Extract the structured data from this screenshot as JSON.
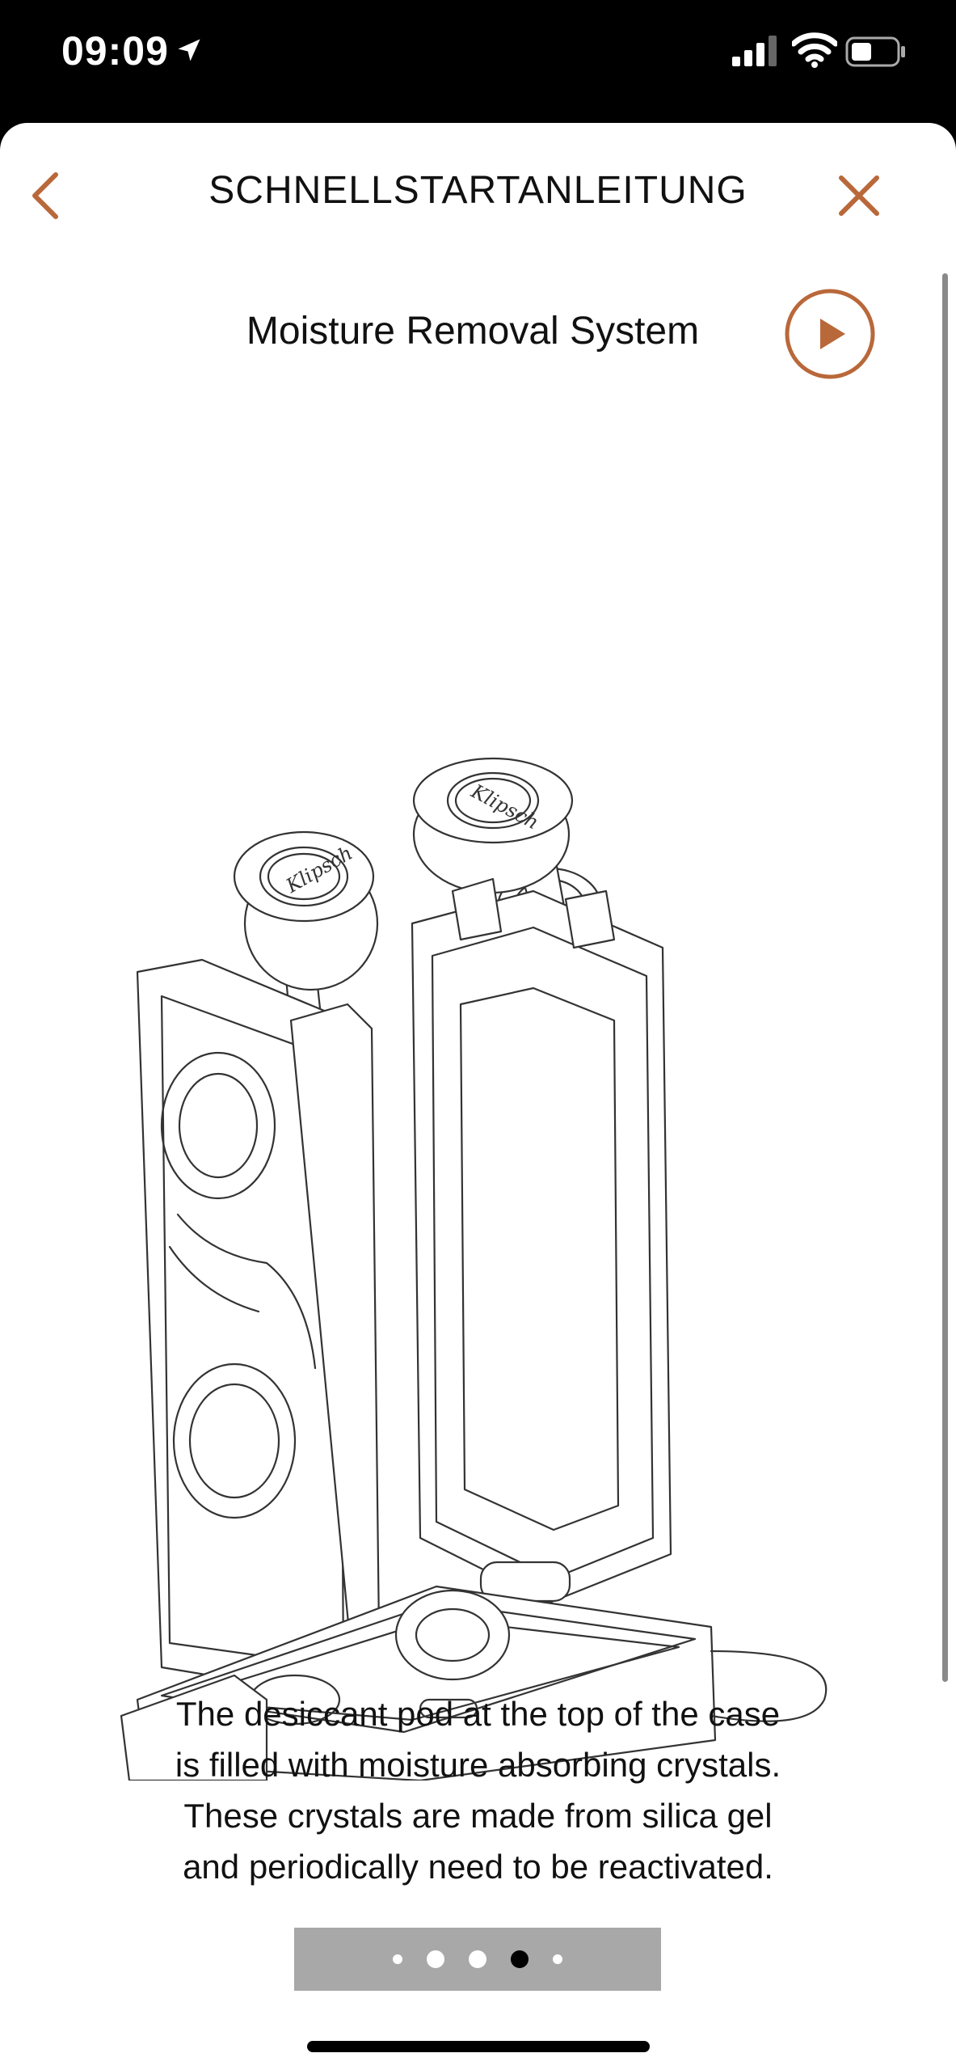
{
  "status_bar": {
    "time": "09:09",
    "icons": [
      "location-arrow-icon",
      "cellular-signal-icon",
      "wifi-icon",
      "battery-icon"
    ]
  },
  "nav": {
    "title": "SCHNELLSTARTANLEITUNG",
    "back_icon": "chevron-left-icon",
    "close_icon": "close-icon"
  },
  "section": {
    "title": "Moisture Removal System",
    "play_icon": "play-icon"
  },
  "illustration": {
    "logo_text": "Klipsch"
  },
  "description": {
    "lines": [
      "The desiccant pod at the top of the case",
      "is filled with moisture absorbing crystals.",
      "These crystals are made from silica gel",
      "and periodically need to be reactivated."
    ]
  },
  "pager": {
    "total_pages": 5,
    "current_page": 4
  },
  "colors": {
    "accent": "#b9683a",
    "text": "#111111",
    "pager_background": "#a8a8a8"
  }
}
